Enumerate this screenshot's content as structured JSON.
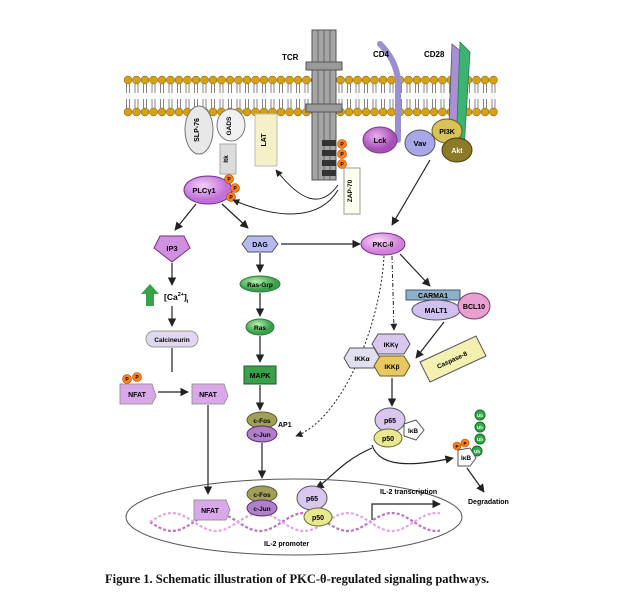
{
  "caption": "Figure 1. Schematic illustration of PKC-θ-regulated signaling pathways.",
  "labels": {
    "tcr": "TCR",
    "cd4": "CD4",
    "cd28": "CD28",
    "slp76": "SLP-76",
    "gads": "GADS",
    "lat": "LAT",
    "itk": "Itk",
    "lck": "Lck",
    "vav": "Vav",
    "pi3k": "PI3K",
    "akt": "Akt",
    "zap70": "ZAP-70",
    "plcg1": "PLCγ1",
    "ip3": "IP3",
    "dag": "DAG",
    "pkc_theta": "PKC-θ",
    "ca_left": "[Ca",
    "ca_sup": "2+",
    "ca_right": "]",
    "ca_sub": "i",
    "calcineurin": "Calcineurin",
    "nfat": "NFAT",
    "ras_grp": "Ras-Grp",
    "ras": "Ras",
    "mapk": "MAPK",
    "cfos": "c-Fos",
    "cjun": "c-Jun",
    "ap1": "AP1",
    "carma1": "CARMA1",
    "malt1": "MALT1",
    "bcl10": "BCL10",
    "ikk_gamma": "IKKγ",
    "ikk_alpha": "IKKα",
    "ikk_beta": "IKKβ",
    "caspase8": "Caspase-8",
    "p65": "p65",
    "p50": "p50",
    "ikb": "IκB",
    "ub": "Ub",
    "p": "P",
    "degradation": "Degradation",
    "il2_transcription": "IL-2 transcription",
    "il2_promoter": "IL-2 promoter"
  },
  "colors": {
    "membrane_head": "#d4a017",
    "tcr": "#9a9a9a",
    "cd4": "#9a8fd1",
    "cd28_green": "#3cb371",
    "cd28_purple": "#a98fd6",
    "lck": "#c06bc8",
    "vav": "#a8a8e8",
    "pi3k": "#d8c25a",
    "akt": "#8a7a2a",
    "phospho": "#ff7f1a",
    "plc": "#d98fe6",
    "ip3": "#d090e0",
    "dag": "#b8b8f0",
    "pkc": "#e6a0e6",
    "mapk": "#3aa04a",
    "cfos": "#a0a05a",
    "cjun": "#b080c8",
    "carma1": "#8fb0c8",
    "malt1": "#d0c0f0",
    "bcl10": "#e8a0d0",
    "ikk": "#d8c8f0",
    "ikkb": "#e8c860",
    "caspase": "#f4f0b0",
    "p65": "#d8c8f0",
    "p50": "#e8e890",
    "ub": "#2fa84a",
    "dna": "#c070c0"
  }
}
